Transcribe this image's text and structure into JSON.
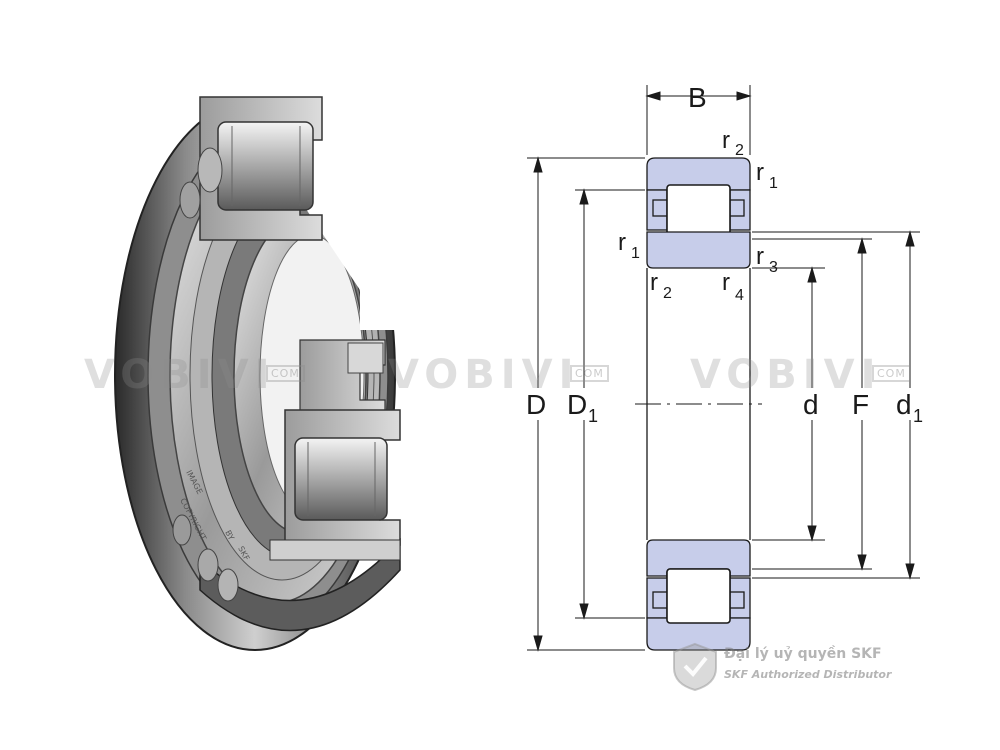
{
  "diagram": {
    "labels": {
      "B": "B",
      "r2_top": "r",
      "r2_top_sub": "2",
      "r1_top": "r",
      "r1_top_sub": "1",
      "r1_left": "r",
      "r1_left_sub": "1",
      "r3": "r",
      "r3_sub": "3",
      "r2_bottom": "r",
      "r2_bottom_sub": "2",
      "r4": "r",
      "r4_sub": "4",
      "D": "D",
      "D1": "D",
      "D1_sub": "1",
      "d": "d",
      "F": "F",
      "d1": "d",
      "d1_sub": "1"
    },
    "colors": {
      "ring_fill": "#c7cdea",
      "ring_stroke": "#1a1a1a",
      "line": "#1a1a1a"
    }
  },
  "watermark": {
    "text": "VOBIVI",
    "suffix": "COM"
  },
  "distributor": {
    "line1": "Đại lý uỷ quyền SKF",
    "line2": "SKF Authorized Distributor",
    "icon": "skf-shield-icon"
  },
  "photo": {
    "icon": "cylindrical-roller-bearing-image",
    "lines": [
      "IMAGE",
      "COPYRIGHT",
      "BY",
      "SKF"
    ]
  }
}
